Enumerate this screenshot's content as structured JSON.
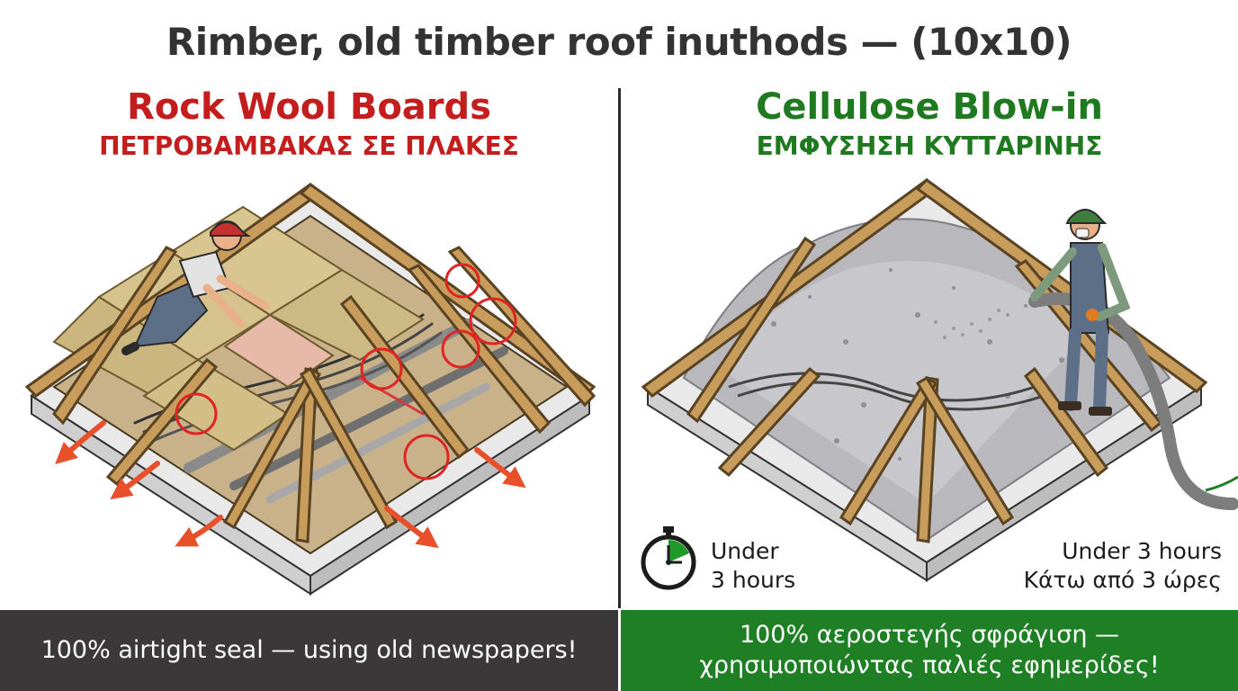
{
  "title": "Rimber, old timber roof inuthods — (10x10)",
  "left": {
    "heading_en": "Rock Wool Boards",
    "heading_gr": "ΠΕΤΡΟΒΑΜΒΑΚΑΣ ΣΕ ΠΛΑΚΕΣ",
    "banner": "100% airtight seal — using old newspapers!",
    "accent_color": "#c41d1d",
    "banner_color": "#3a3839"
  },
  "right": {
    "heading_en": "Cellulose Blow-in",
    "heading_gr": "ΕΜΦΥΣΗΣΗ ΚΥΤΤΑΡΙΝΗΣ",
    "timer_line1": "Under",
    "timer_line2": "3 hours",
    "time_en": "Under 3 hours",
    "time_gr": "Κάτω από 3 ώρες",
    "banner_line1": "100% αεροστεγής σφράγιση —",
    "banner_line2": "χρησιμοποιώντας παλιές εφημερίδες!",
    "accent_color": "#1f7a1f",
    "banner_color": "#1f7f24"
  },
  "icons": [
    "stopwatch-icon",
    "heat-loss-arrow-icon",
    "gap-circle-icon"
  ]
}
